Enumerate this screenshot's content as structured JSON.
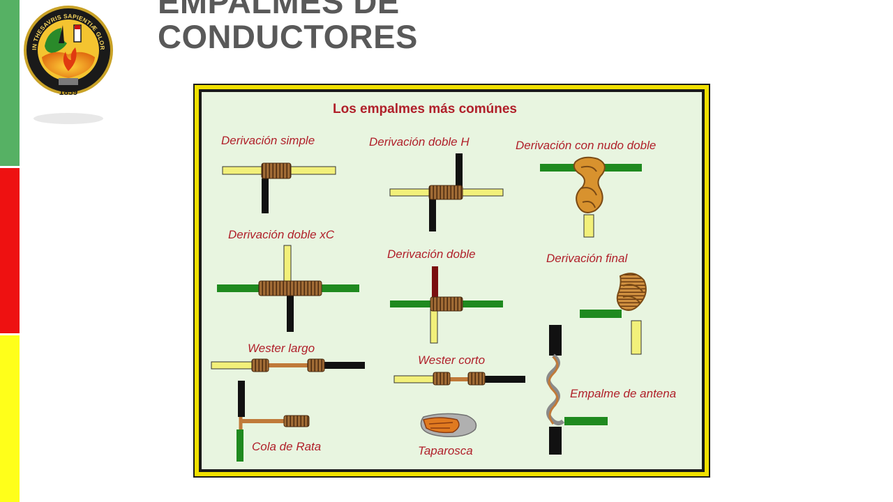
{
  "slide": {
    "title_line1": "EMPALMES DE",
    "title_line2": "CONDUCTORES"
  },
  "logo": {
    "motto": "IN THESAVRIS SAPIENTIÆ GLORIFICATIO VITÆ",
    "year": "1859"
  },
  "diagram": {
    "heading": "Los empalmes más comúnes",
    "labels": {
      "derivacion_simple": "Derivación simple",
      "derivacion_doble_h": "Derivación doble H",
      "derivacion_nudo_doble": "Derivación con nudo doble",
      "derivacion_doble_xc": "Derivación doble xC",
      "derivacion_doble": "Derivación doble",
      "derivacion_final": "Derivación final",
      "wester_largo": "Wester largo",
      "wester_corto": "Wester corto",
      "empalme_antena": "Empalme de antena",
      "cola_de_rata": "Cola de Rata",
      "taparosca": "Taparosca"
    }
  },
  "colors": {
    "stripe_green": "#56b164",
    "stripe_red": "#ee1111",
    "stripe_yellow": "#ffff1a",
    "panel_bg": "#e8f5e0",
    "frame_yellow": "#f0e000",
    "wire_yellow": "#f2f07a",
    "wire_green": "#1f8a1f",
    "wire_black": "#111111",
    "coil_brown": "#8a5a2a",
    "label_red": "#b0202a"
  }
}
